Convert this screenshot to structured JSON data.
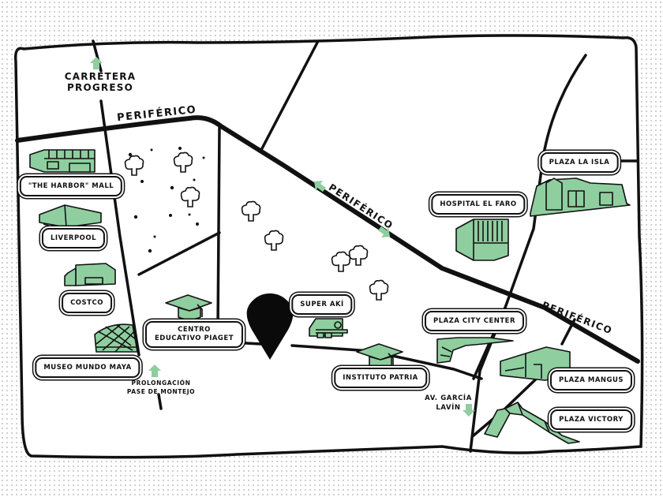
{
  "map": {
    "colors": {
      "building_fill": "#8fce9f",
      "arrow_fill": "#8fce9f",
      "ink": "#111111",
      "background": "#ffffff",
      "halftone": "#c9c9c9"
    },
    "road_labels": {
      "periferico_top": "PERIFÉRICO",
      "periferico_diagonal": "PERIFÉRICO",
      "periferico_right": "PERIFÉRICO",
      "carretera_line1": "CARRETERA",
      "carretera_line2": "PROGRESO",
      "prolongacion_line1": "PROLONGACIÓN",
      "prolongacion_line2": "PASE DE MONTEJO",
      "garcia_line1": "AV. GARCÍA",
      "garcia_line2": "LAVÍN"
    },
    "places": {
      "harbor": "\"THE HARBOR\" MALL",
      "liverpool": "LIVERPOOL",
      "costco": "COSTCO",
      "museo": "MUSEO MUNDO MAYA",
      "piaget_line1": "CENTRO",
      "piaget_line2": "EDUCATIVO PIAGET",
      "super_aki": "SUPER AKÍ",
      "instituto": "INSTITUTO PATRIA",
      "city_center": "PLAZA CITY CENTER",
      "hospital": "HOSPITAL EL FARO",
      "la_isla": "PLAZA LA ISLA",
      "mangus": "PLAZA MANGUS",
      "victory": "PLAZA VICTORY"
    },
    "marker": {
      "icon": "map-pin-icon"
    }
  }
}
